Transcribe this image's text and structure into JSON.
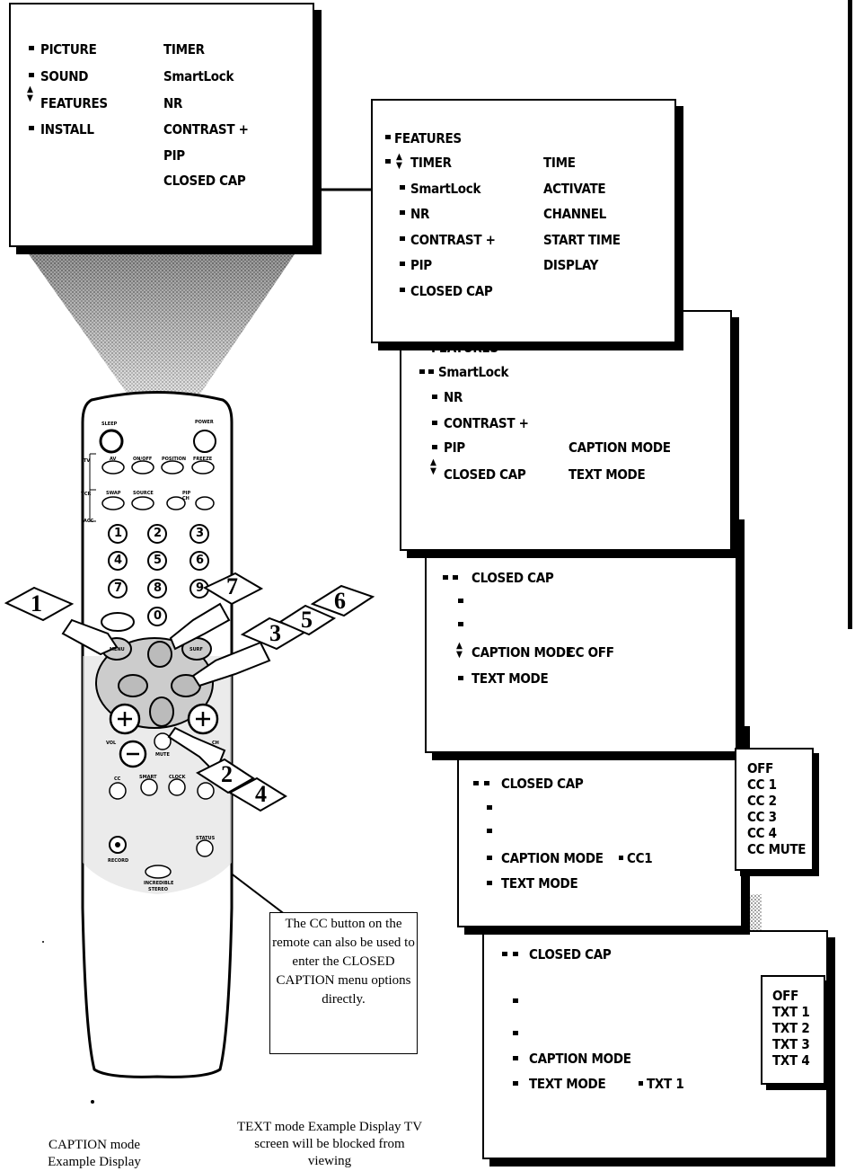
{
  "main_menu": {
    "left": [
      "PICTURE",
      "SOUND",
      "FEATURES",
      "INSTALL"
    ],
    "right": [
      "TIMER",
      "SmartLock",
      "NR",
      "CONTRAST +",
      "PIP",
      "CLOSED CAP"
    ]
  },
  "features_menu": {
    "title": "FEATURES",
    "left": [
      "TIMER",
      "SmartLock",
      "NR",
      "CONTRAST +",
      "PIP",
      "CLOSED CAP"
    ],
    "right": [
      "TIME",
      "ACTIVATE",
      "CHANNEL",
      "START TIME",
      "DISPLAY"
    ]
  },
  "features_menu_2": {
    "title": "FEATURES",
    "left": [
      "SmartLock",
      "NR",
      "CONTRAST +",
      "PIP",
      "CLOSED CAP"
    ],
    "right": [
      "CAPTION MODE",
      "TEXT MODE"
    ]
  },
  "closed_cap_menu": {
    "title": "CLOSED CAP",
    "caption_mode": "CAPTION MODE",
    "caption_value": "CC OFF",
    "text_mode": "TEXT MODE"
  },
  "caption_menu": {
    "title": "CLOSED CAP",
    "caption_mode": "CAPTION MODE",
    "caption_value": "CC1",
    "text_mode": "TEXT MODE",
    "options": [
      "OFF",
      "CC 1",
      "CC 2",
      "CC 3",
      "CC 4",
      "CC MUTE"
    ]
  },
  "text_menu": {
    "title": "CLOSED CAP",
    "caption_mode": "CAPTION MODE",
    "text_mode": "TEXT MODE",
    "text_value": "TXT 1",
    "options": [
      "OFF",
      "TXT 1",
      "TXT 2",
      "TXT 3",
      "TXT 4"
    ]
  },
  "remote": {
    "buttons": {
      "sleep": "SLEEP",
      "power": "POWER",
      "av": "AV",
      "onoff": "ON/OFF",
      "position": "POSITION",
      "freeze": "FREEZE",
      "swap": "SWAP",
      "source": "SOURCE",
      "pipch": "PIP CH",
      "menu": "MENU",
      "surf": "SURF",
      "vol": "VOL",
      "ch": "CH",
      "mute": "MUTE",
      "cc": "CC",
      "smart": "SMART",
      "clock": "CLOCK",
      "record": "RECORD",
      "status": "STATUS",
      "incredible": "INCREDIBLE",
      "stereo": "STEREO",
      "tv": "TV",
      "vcr": "VCR",
      "acc": "ACC"
    },
    "digits": [
      "1",
      "2",
      "3",
      "4",
      "5",
      "6",
      "7",
      "8",
      "9",
      "0"
    ],
    "steps": [
      "1",
      "7",
      "3",
      "5",
      "6",
      "2",
      "4"
    ]
  },
  "note": "The CC button on the remote can also be used to enter the CLOSED CAPTION menu options directly.",
  "captions": {
    "caption_example": "CAPTION mode Example Display",
    "text_example": "TEXT mode Example Display TV screen will be blocked from viewing"
  }
}
